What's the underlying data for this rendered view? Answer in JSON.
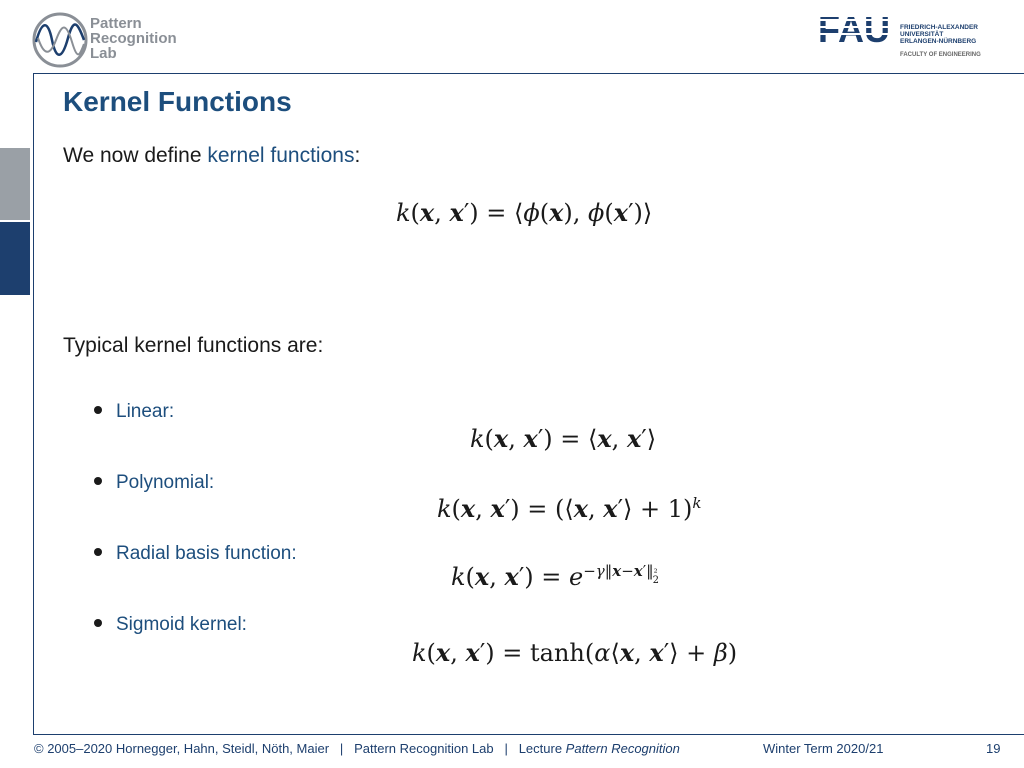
{
  "header": {
    "lab_lines": [
      "Pattern",
      "Recognition",
      "Lab"
    ],
    "fau_mark": "FAU",
    "fau_lines": [
      "FRIEDRICH-ALEXANDER",
      "UNIVERSITÄT",
      "ERLANGEN-NÜRNBERG"
    ],
    "fau_faculty": "FACULTY OF ENGINEERING"
  },
  "slide": {
    "title": "Kernel Functions",
    "intro_prefix": "We now define ",
    "intro_highlight": "kernel functions",
    "intro_suffix": ":",
    "typical": "Typical kernel functions are:",
    "bullets": [
      {
        "label": "Linear:"
      },
      {
        "label": "Polynomial:"
      },
      {
        "label": "Radial basis function:"
      },
      {
        "label": "Sigmoid kernel:"
      }
    ]
  },
  "footer": {
    "copyright": "© 2005–2020 Hornegger, Hahn, Steidl, Nöth, Maier",
    "sep": "|",
    "lab": "Pattern Recognition Lab",
    "lecture_prefix": "Lecture ",
    "lecture_name": "Pattern Recognition",
    "term": "Winter Term 2020/21",
    "page": "19"
  },
  "colors": {
    "accent": "#1d4e7d",
    "frame": "#1d3f6e"
  }
}
